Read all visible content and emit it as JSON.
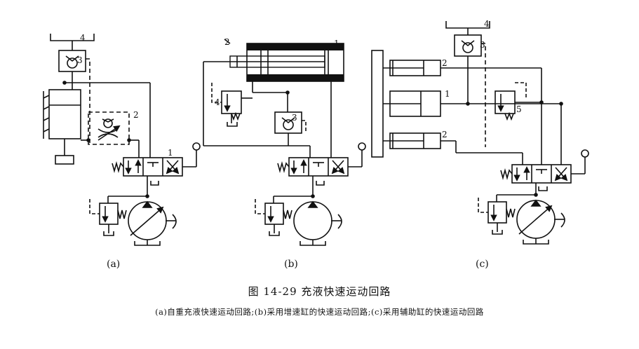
{
  "figure": {
    "title": "图 14-29   充液快速运动回路",
    "subtitle": "(a)自重充液快速运动回路;(b)采用增速缸的快速运动回路;(c)采用辅助缸的快速运动回路"
  },
  "panels": [
    {
      "label": "(a)",
      "numbers": [
        "4",
        "3",
        "2",
        "1"
      ]
    },
    {
      "label": "(b)",
      "numbers": [
        "2",
        "1",
        "4",
        "3"
      ]
    },
    {
      "label": "(c)",
      "numbers": [
        "4",
        "3",
        "2",
        "1",
        "5",
        "2"
      ]
    }
  ]
}
